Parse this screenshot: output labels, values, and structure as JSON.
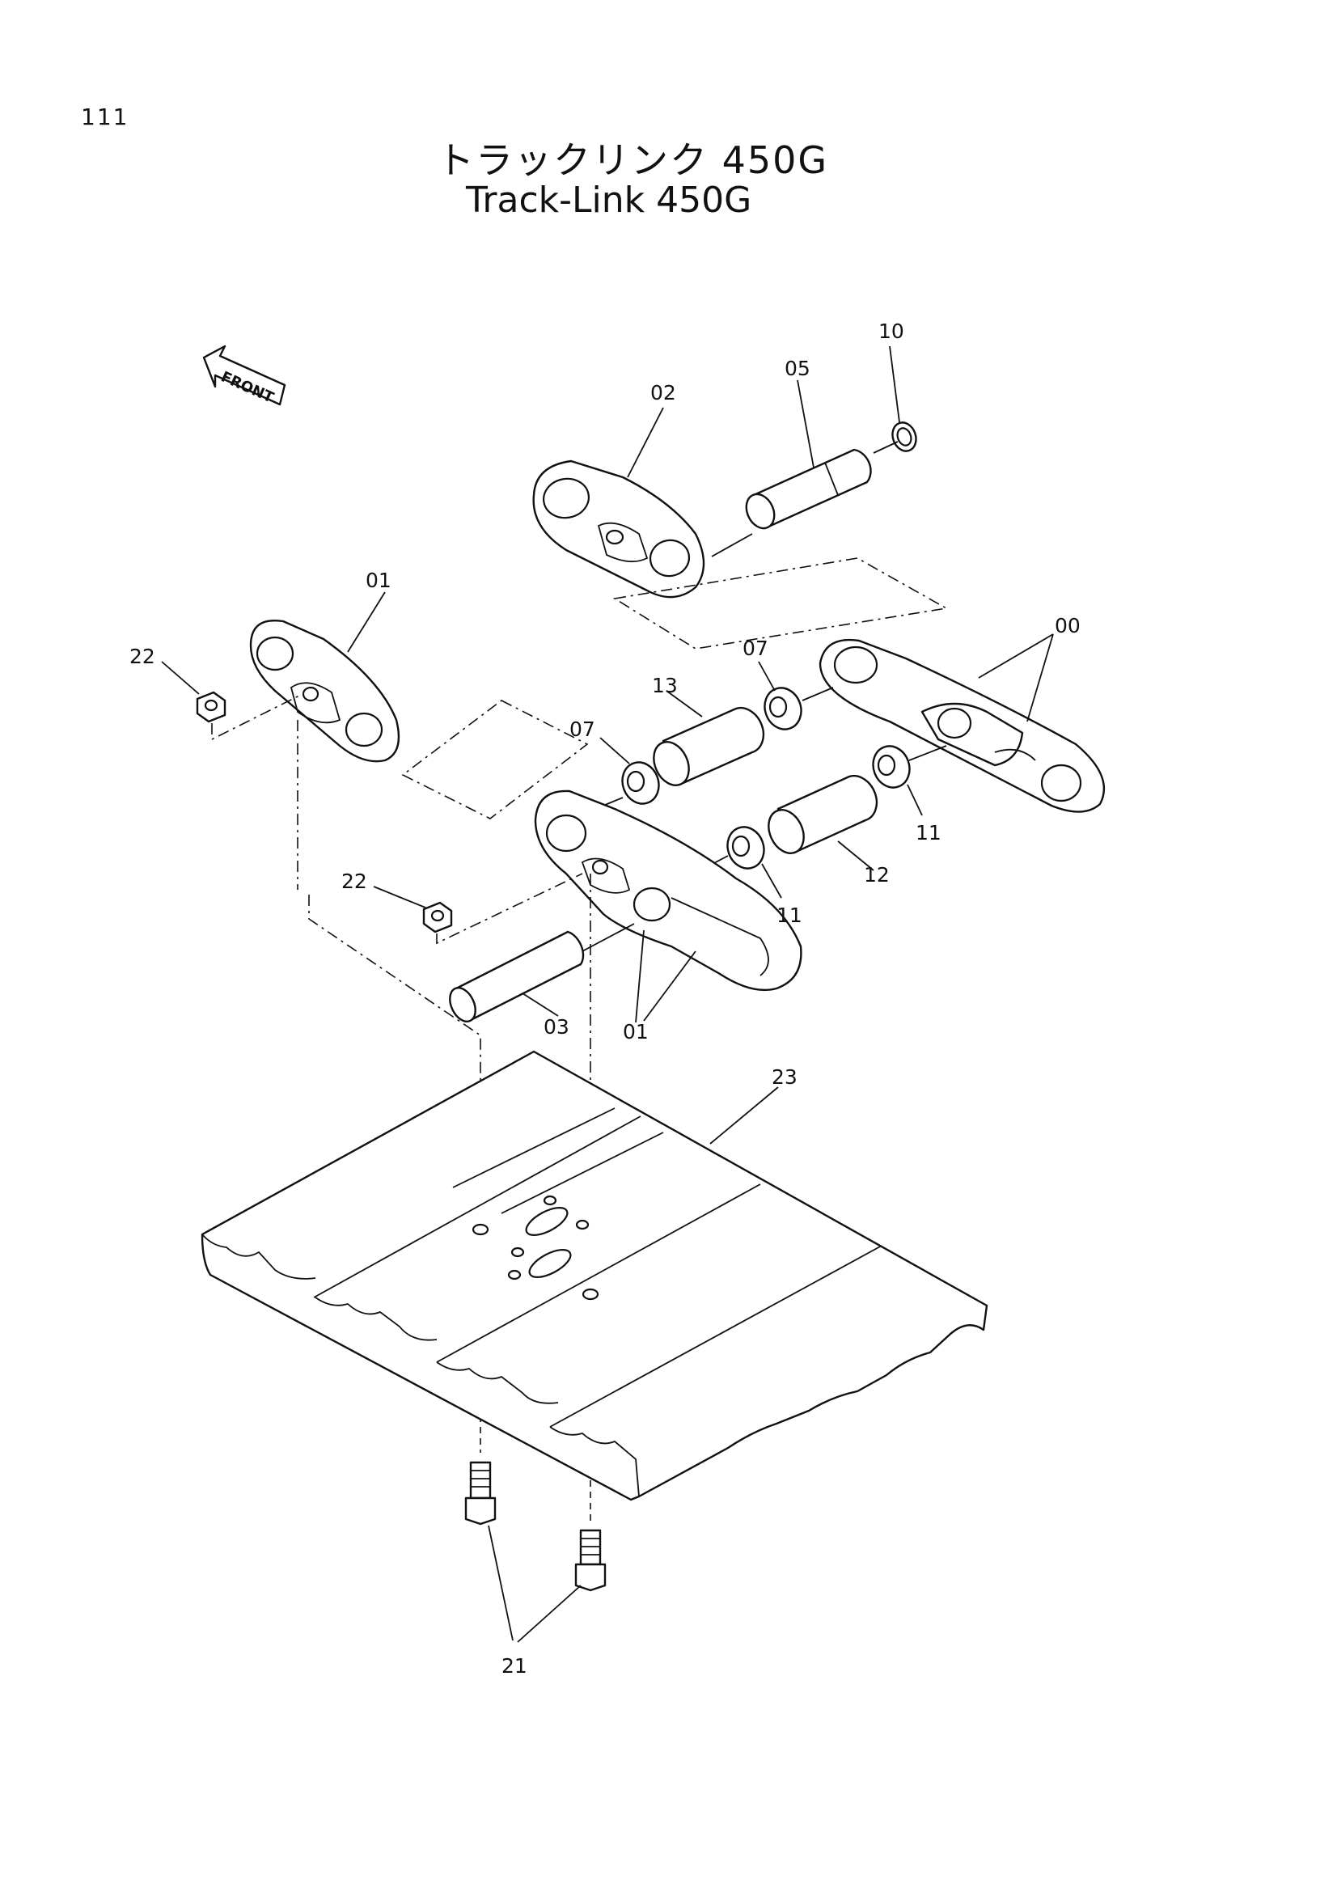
{
  "page_number": "111",
  "title_japanese": "トラックリンク 450G",
  "title_english": "Track-Link 450G",
  "front_marker": "FRONT",
  "part_labels": {
    "p10": "10",
    "p05": "05",
    "p02": "02",
    "p01_top": "01",
    "p00": "00",
    "p22_top": "22",
    "p07_upper": "07",
    "p13": "13",
    "p07_lower": "07",
    "p11_right": "11",
    "p12": "12",
    "p11_lower": "11",
    "p22_mid": "22",
    "p03": "03",
    "p01_bottom": "01",
    "p23": "23",
    "p21": "21"
  }
}
